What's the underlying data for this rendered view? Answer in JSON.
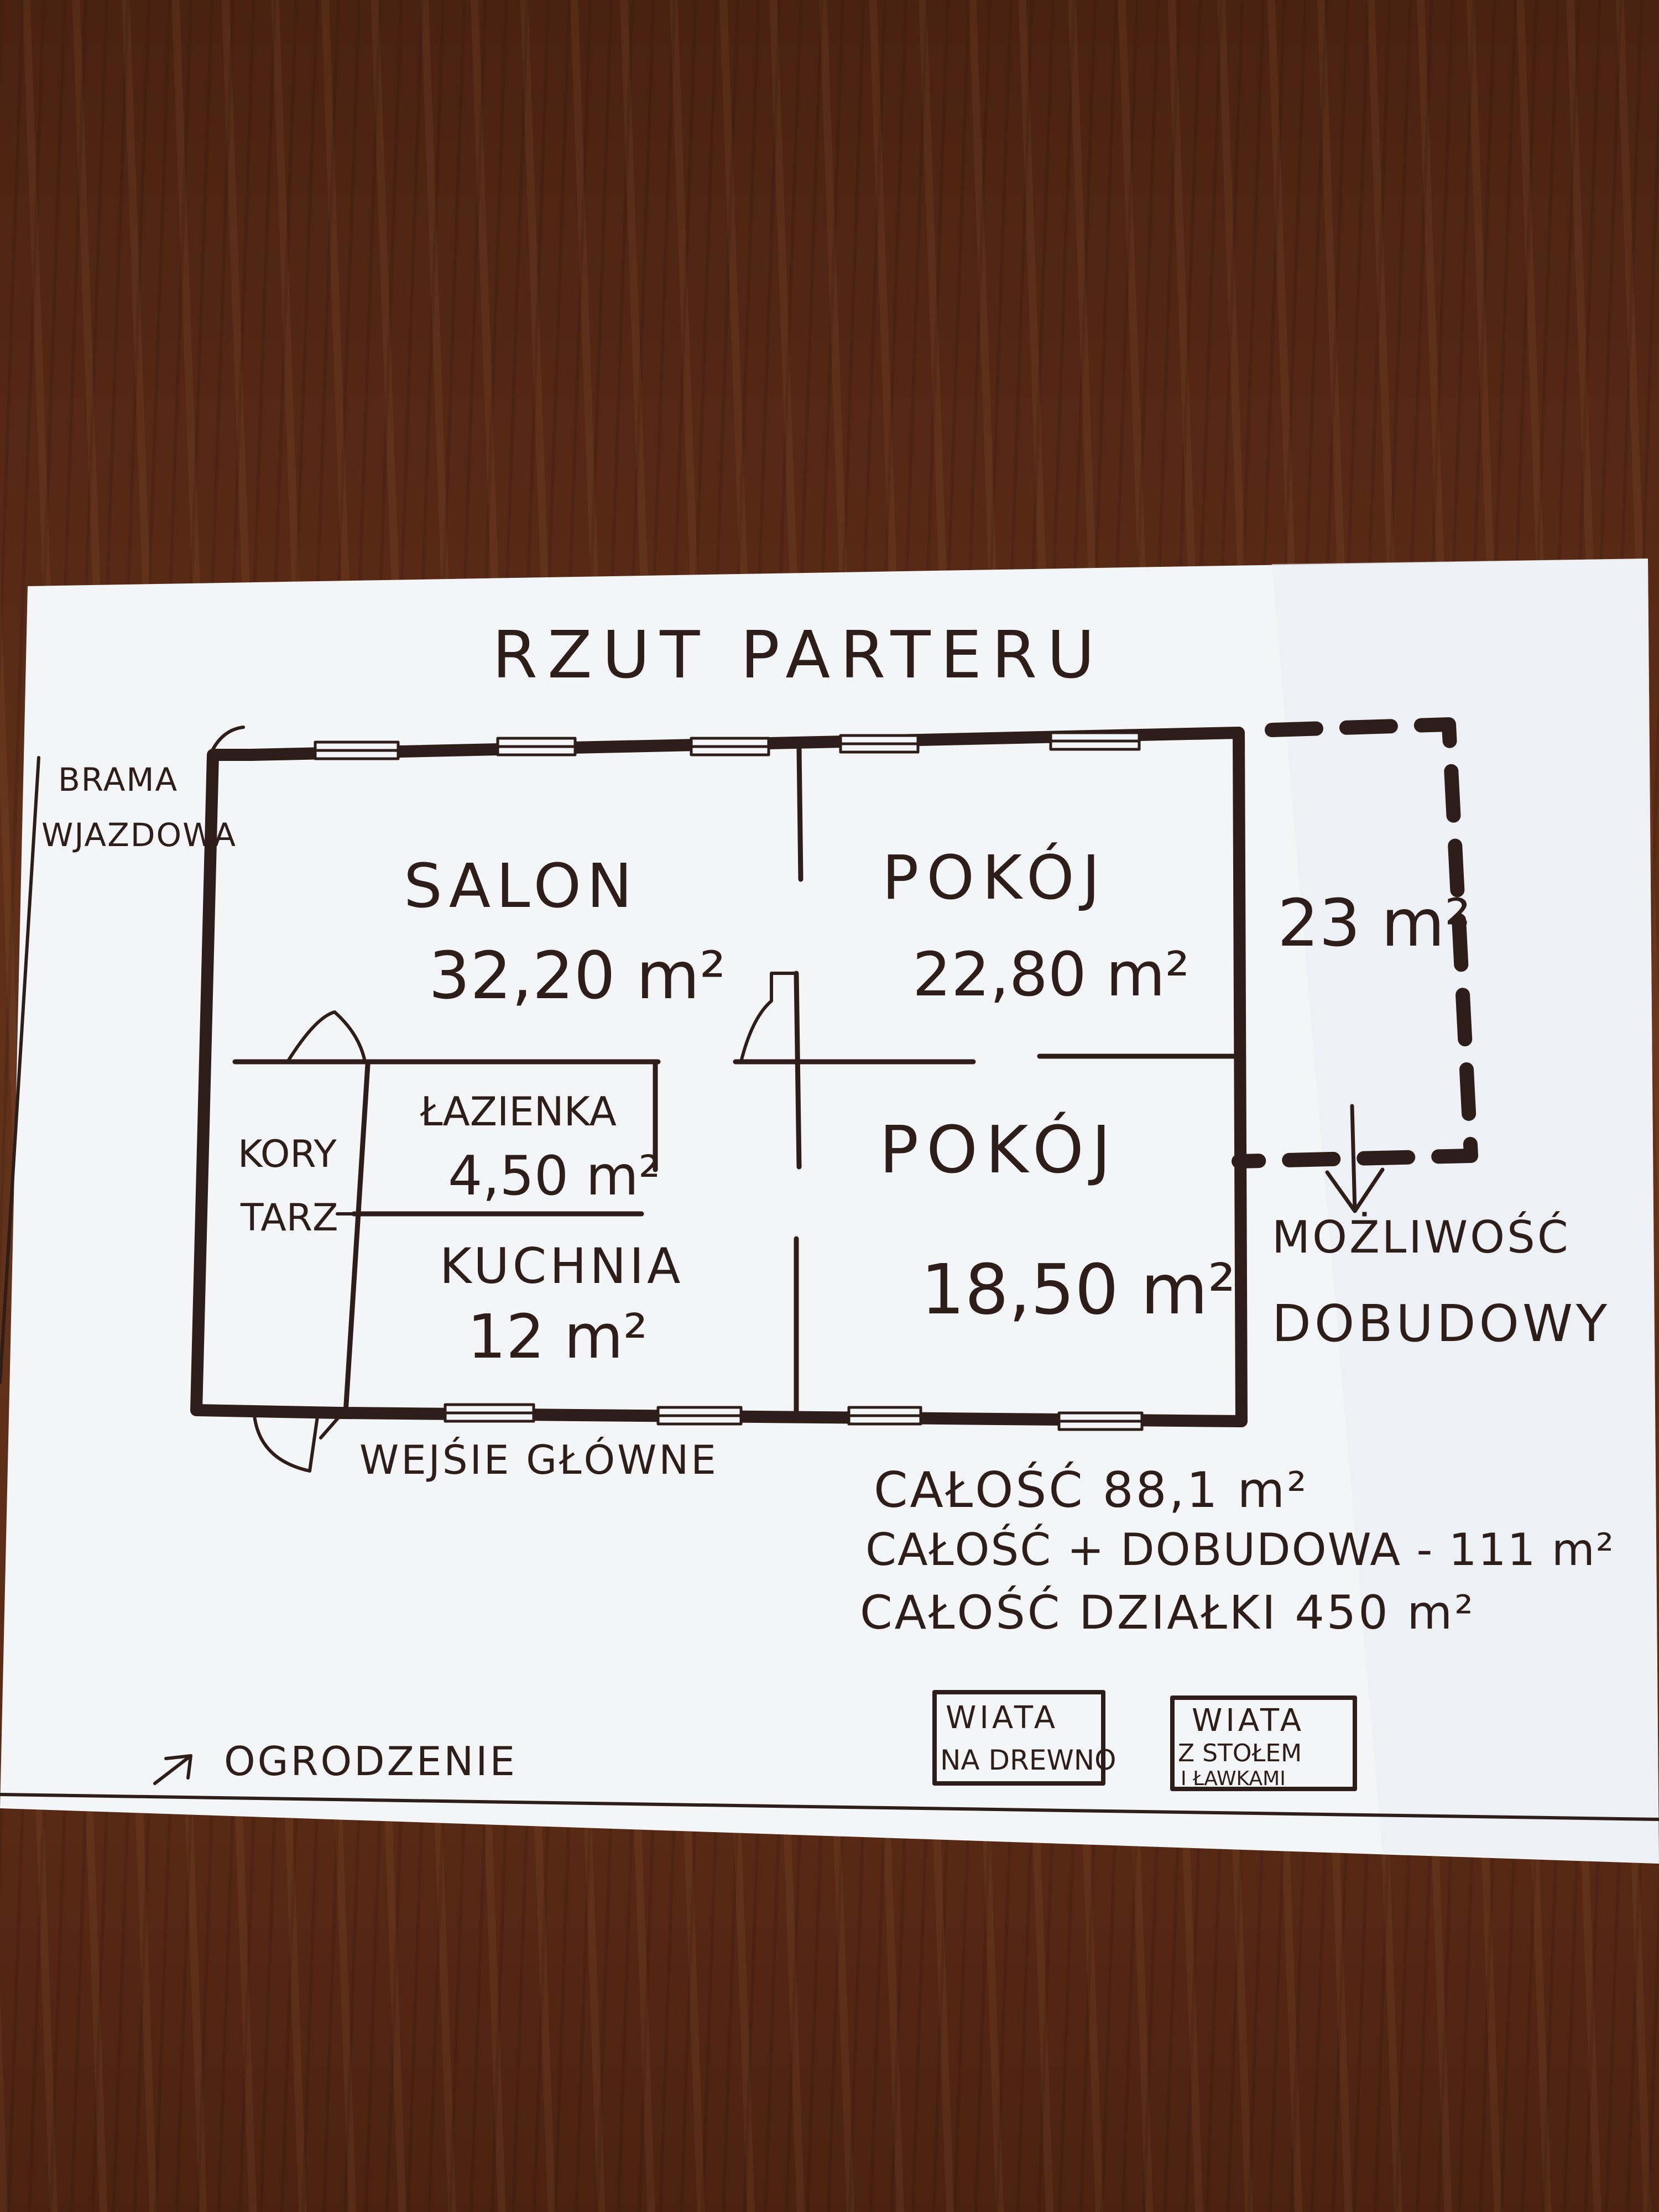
{
  "title": "RZUT PARTERU",
  "gate": {
    "line1": "BRAMA",
    "line2": "WJAZDOWA"
  },
  "rooms": {
    "salon": {
      "name": "SALON",
      "area": "32,20 m²"
    },
    "pokoj_top": {
      "name": "POKÓJ",
      "area": "22,80 m²"
    },
    "pokoj_bottom": {
      "name": "POKÓJ",
      "area": "18,50 m²"
    },
    "lazienka": {
      "name": "ŁAZIENKA",
      "area": "4,50 m²"
    },
    "kuchnia": {
      "name": "KUCHNIA",
      "area": "12 m²"
    },
    "korytarz": {
      "line1": "KORY",
      "line2": "TARZ"
    }
  },
  "extension": {
    "area": "23 m²",
    "label1": "MOŻLIWOŚĆ",
    "label2": "DOBUDOWY"
  },
  "entrance": "WEJŚIE GŁÓWNE",
  "totals": {
    "line1": "CAŁOŚĆ 88,1 m²",
    "line2": "CAŁOŚĆ + DOBUDOWA - 111 m²",
    "line3": "CAŁOŚĆ DZIAŁKI 450 m²"
  },
  "fence": "OGRODZENIE",
  "sheds": {
    "shed1": {
      "line1": "WIATA",
      "line2": "NA DREWNO"
    },
    "shed2": {
      "line1": "WIATA",
      "line2": "Z STOŁEM",
      "line3": "I ŁAWKAMI"
    }
  },
  "colors": {
    "ink": "#2e1e1a",
    "paper": "#f4f6f8",
    "table": "#5a2b16"
  }
}
